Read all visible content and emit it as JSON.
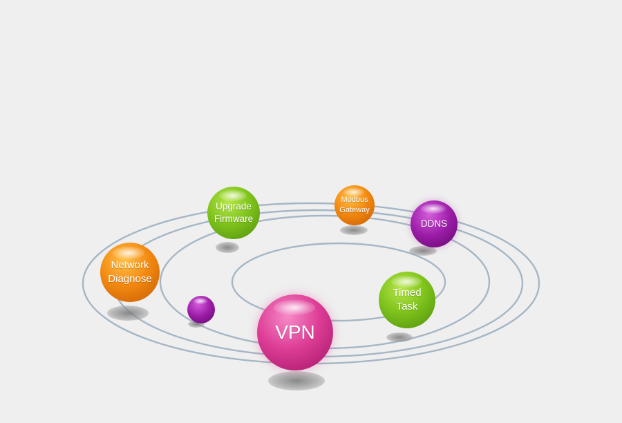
{
  "diagram": {
    "nodes": [
      {
        "id": "network",
        "label": "Network\nDiagnose",
        "color": "#f48a12",
        "kind": "orange-sphere"
      },
      {
        "id": "upgrade",
        "label": "Upgrade\nFirmware",
        "color": "#7fc31c",
        "kind": "green-sphere"
      },
      {
        "id": "modbus",
        "label": "Modbus\nGateway",
        "color": "#f48a12",
        "kind": "orange-sphere"
      },
      {
        "id": "ddns",
        "label": "DDNS",
        "color": "#9a1ba6",
        "kind": "purple-sphere"
      },
      {
        "id": "timed",
        "label": "Timed\nTask",
        "color": "#7fc31c",
        "kind": "green-sphere"
      },
      {
        "id": "vpn",
        "label": "VPN",
        "color": "#de3d96",
        "kind": "pink-sphere"
      },
      {
        "id": "small",
        "label": "",
        "color": "#9a1ba6",
        "kind": "purple-sphere"
      }
    ],
    "orbit_color": "#a6b6c4",
    "background": "#efefef"
  }
}
